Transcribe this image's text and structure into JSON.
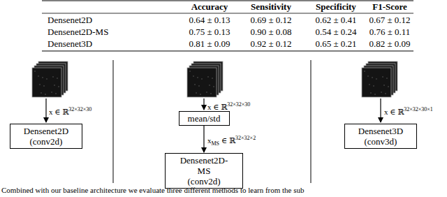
{
  "diagram": {
    "caption": "Combined with our baseline architecture we evaluate three different methods to learn from the sub",
    "nodes": [
      {
        "text": [
          "Densenet2D (conv2d)"
        ]
      },
      {
        "text": [
          "mean/std"
        ]
      },
      {
        "text": [
          "Densenet2D-MS (conv2d)"
        ]
      },
      {
        "text": [
          "Densenet3D (conv3d)"
        ]
      }
    ],
    "edges": [
      {
        "from": 1,
        "to": 2,
        "arrow": "to"
      }
    ],
    "labels": [
      "Accuracy",
      "Sensitivity",
      "Specificity",
      "F1-Score",
      "Densenet2D",
      "0.64 ± 0.13",
      "0.69 ± 0.12",
      "0.62 ± 0.41",
      "0.67 ± 0.12",
      "Densenet2D-MS",
      "0.75 ± 0.13",
      "0.90 ± 0.08",
      "0.54 ± 0.24",
      "0.76 ± 0.11",
      "Densenet3D",
      "0.81 ± 0.09",
      "0.92 ± 0.12",
      "0.65 ± 0.21",
      "0.82 ± 0.09",
      "x ∈ ℝ",
      "32×32×30",
      "x ∈ ℝ",
      "32×32×30",
      "x",
      "MS",
      "∈ ℝ",
      "32×32×2",
      "x ∈ ℝ",
      "32×32×30×1"
    ]
  }
}
